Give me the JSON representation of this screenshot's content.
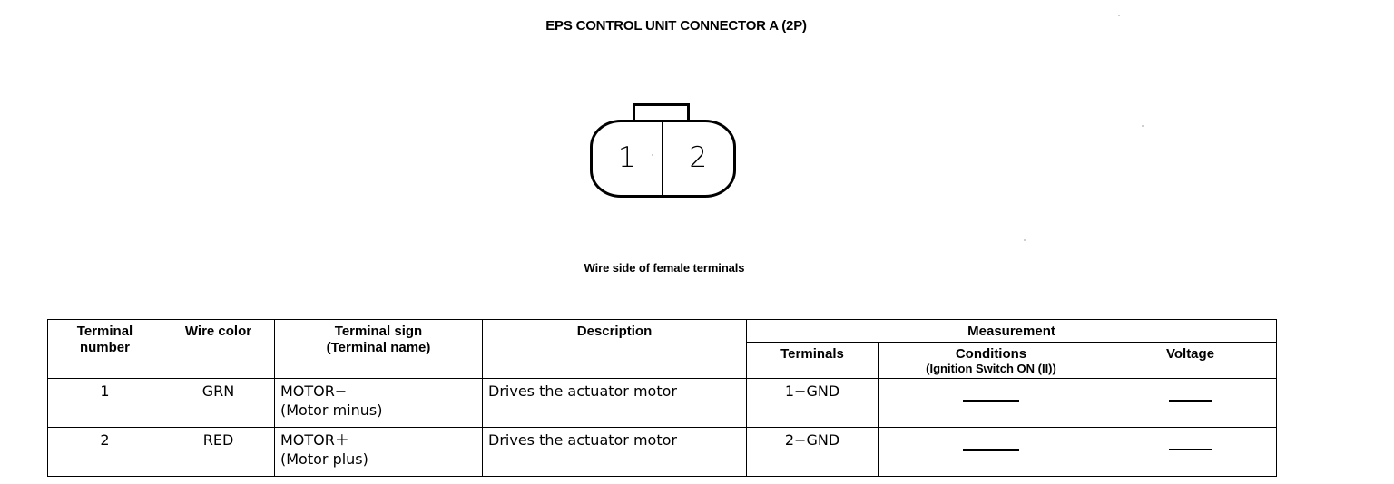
{
  "page": {
    "title": "EPS CONTROL UNIT CONNECTOR A (2P)",
    "figure_caption": "Wire side of female terminals"
  },
  "connector": {
    "name": "eps-control-unit-connector-a",
    "pin_count": "2P",
    "cells": [
      {
        "label": "1"
      },
      {
        "label": "2"
      }
    ]
  },
  "table": {
    "headers": {
      "terminal_number": "Terminal\nnumber",
      "terminal_number_line1": "Terminal",
      "terminal_number_line2": "number",
      "wire_color": "Wire color",
      "terminal_sign_line1": "Terminal sign",
      "terminal_sign_line2": "(Terminal name)",
      "description": "Description",
      "measurement": "Measurement",
      "terminals": "Terminals",
      "conditions_line1": "Conditions",
      "conditions_line2": "(Ignition Switch ON (II))",
      "voltage": "Voltage"
    },
    "rows": [
      {
        "terminal_number": "1",
        "wire_color": "GRN",
        "terminal_sign": "MOTOR−",
        "terminal_name": "(Motor minus)",
        "description": "Drives the actuator motor",
        "terminals": "1−GND",
        "conditions": "—",
        "voltage": "—"
      },
      {
        "terminal_number": "2",
        "wire_color": "RED",
        "terminal_sign": "MOTOR＋",
        "terminal_name": "(Motor plus)",
        "description": "Drives the actuator motor",
        "terminals": "2−GND",
        "conditions": "—",
        "voltage": "—"
      }
    ]
  },
  "colors": {
    "ink": "#000000",
    "paper": "#ffffff"
  }
}
